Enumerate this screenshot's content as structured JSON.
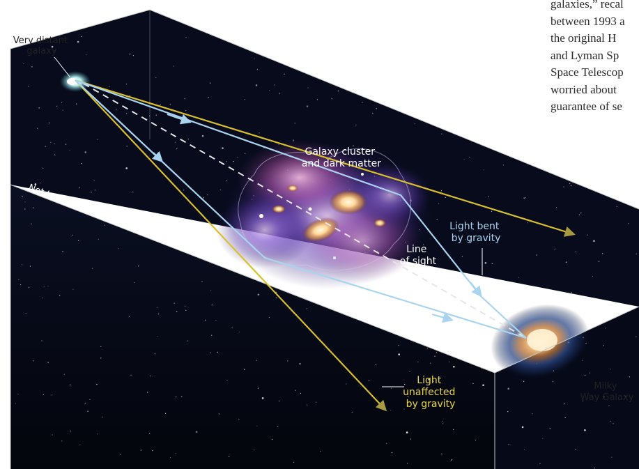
{
  "diagram": {
    "labels": {
      "distant_galaxy": [
        "Very distant",
        "galaxy"
      ],
      "cluster": [
        "Galaxy cluster",
        "and dark matter"
      ],
      "not_to_scale": "Not to scale",
      "light_bent": [
        "Light bent",
        "by gravity"
      ],
      "line_of_sight": [
        "Line",
        "of sight"
      ],
      "light_unaffected": [
        "Light",
        "unaffected",
        "by gravity"
      ],
      "milky_way": [
        "Milky",
        "Way Galaxy"
      ]
    },
    "colors": {
      "space": "#050814",
      "bent_light": "#a9d4f0",
      "unaffected_light": "#d9c02a",
      "unaffected_label": "#e8d64a",
      "cluster_purple": "#7a58c8",
      "cluster_pink": "#c25aa8",
      "label_white": "#ffffff",
      "label_dark": "#222222"
    }
  },
  "body_text": {
    "lines": [
      "galaxies,” recal",
      "between 1993 a",
      "the original H",
      "and Lyman Sp",
      "Space Telescop",
      "worried about",
      "guarantee of se"
    ]
  }
}
